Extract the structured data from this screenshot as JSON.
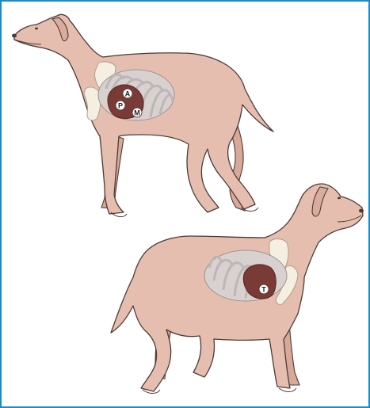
{
  "colors": {
    "border": "#1a8cc7",
    "skin": "#e6beb0",
    "outline": "#4d3a36",
    "bone": "#f4efe0",
    "ribs": "#c9c3c4",
    "heart": "#7a3a36"
  },
  "labels": {
    "a": "A",
    "p": "P",
    "m": "M",
    "t": "T"
  }
}
